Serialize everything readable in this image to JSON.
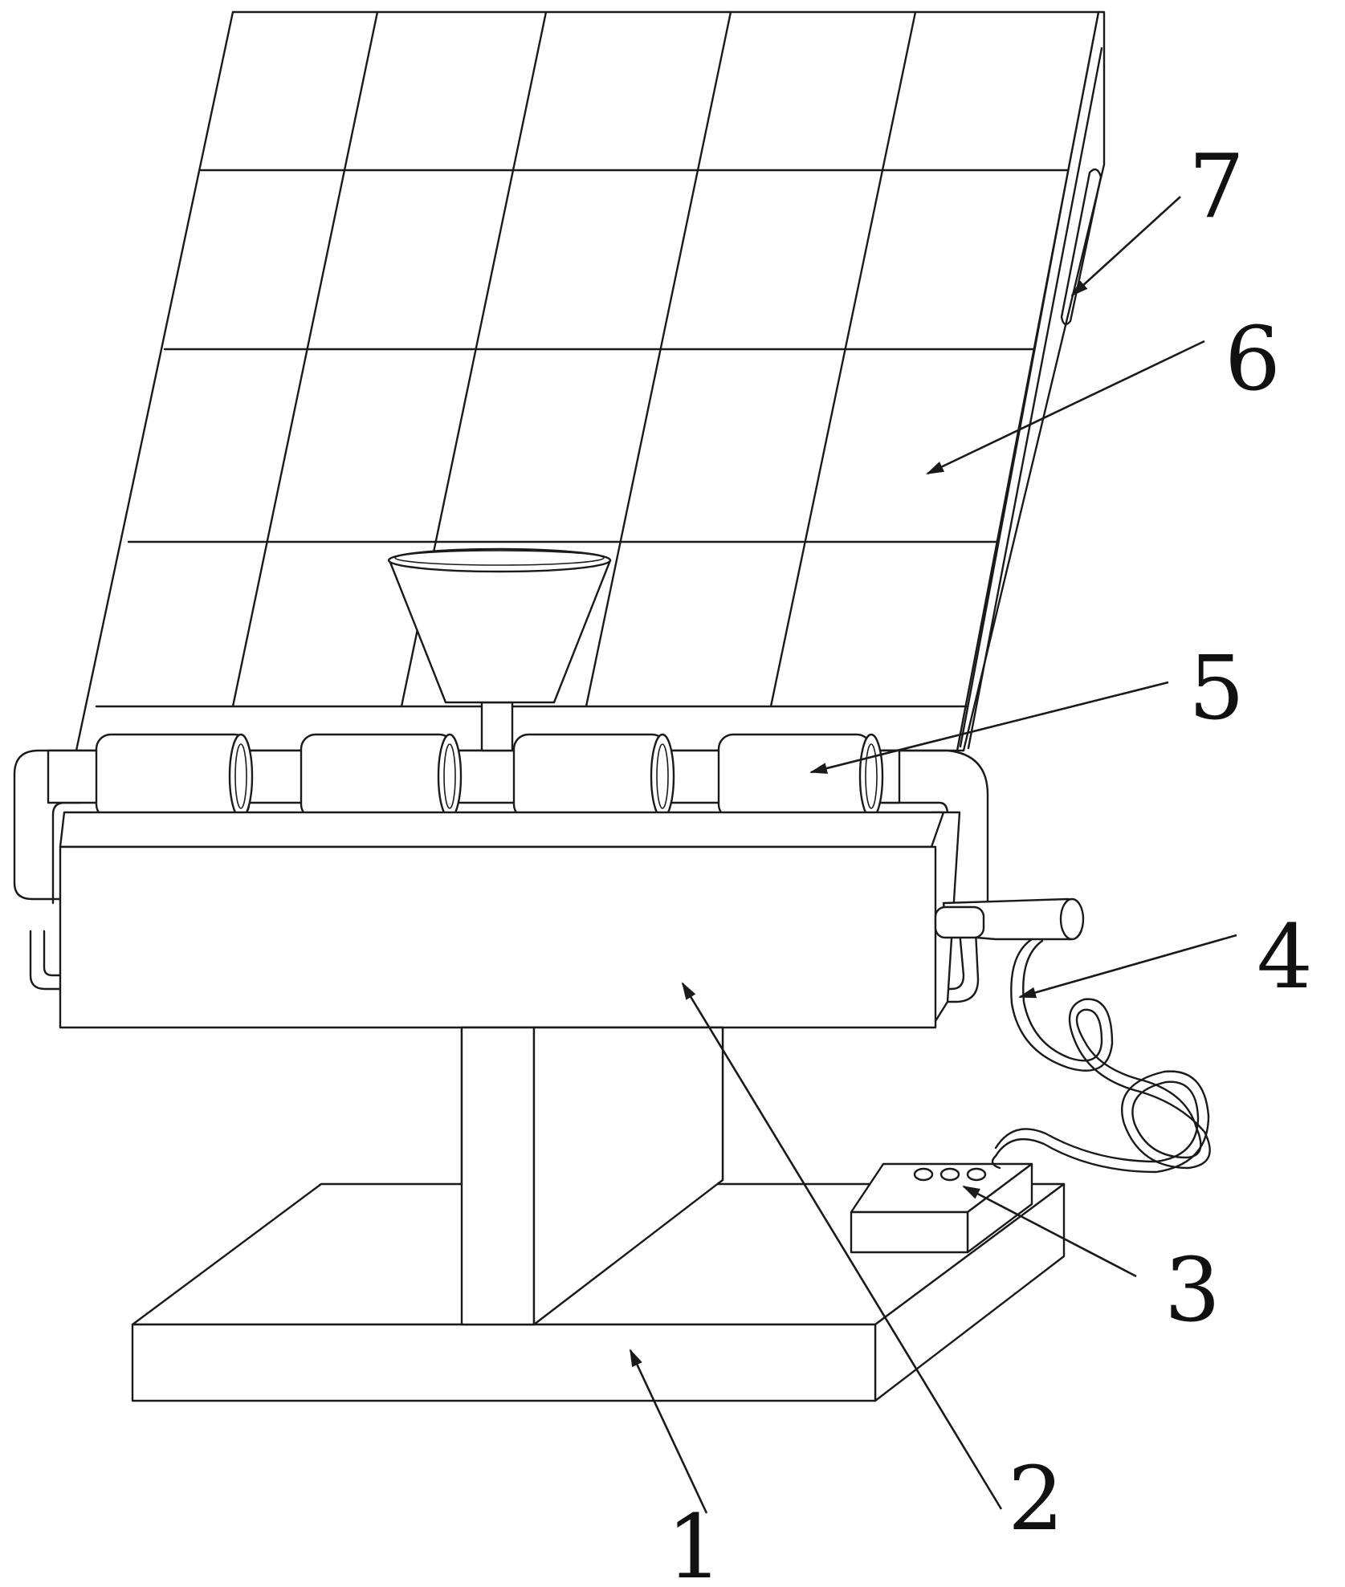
{
  "figure": {
    "labels": {
      "l1": "1",
      "l2": "2",
      "l3": "3",
      "l4": "4",
      "l5": "5",
      "l6": "6",
      "l7": "7"
    },
    "colors": {
      "line": "#1a1a1a",
      "background": "#ffffff"
    }
  }
}
